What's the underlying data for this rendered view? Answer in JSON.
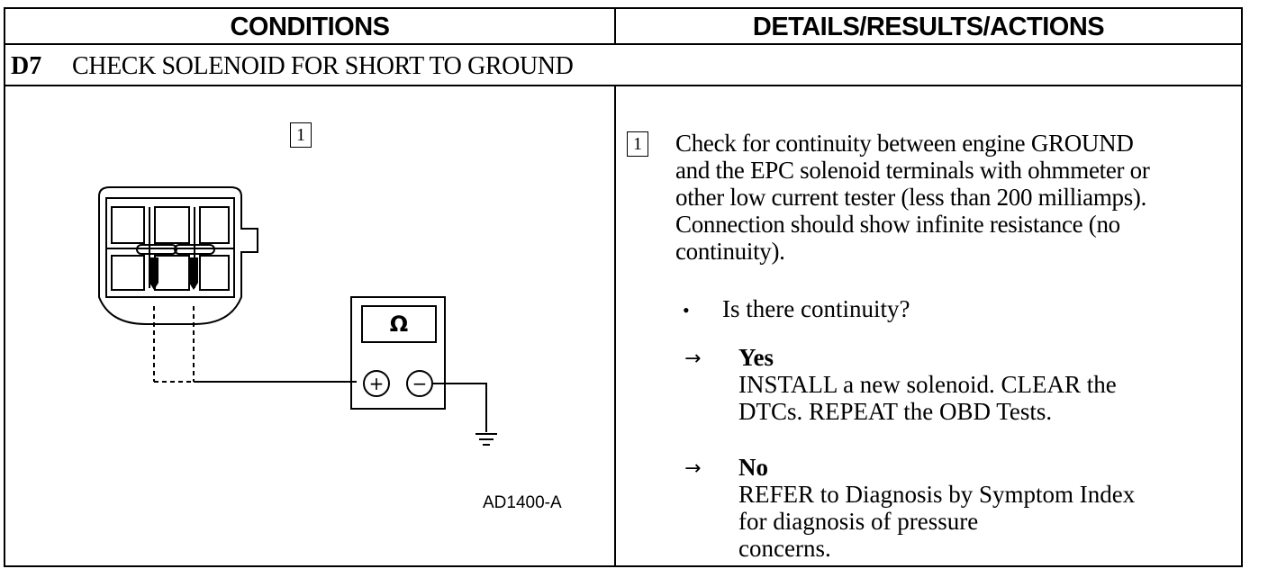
{
  "header": {
    "left": "CONDITIONS",
    "right": "DETAILS/RESULTS/ACTIONS"
  },
  "step": {
    "number": "D7",
    "title": "CHECK SOLENOID FOR SHORT TO GROUND"
  },
  "figure": {
    "callout": "1",
    "meter_symbol": "Ω",
    "plus_symbol": "+",
    "minus_symbol": "−",
    "code": "AD1400-A"
  },
  "details": {
    "callout": "1",
    "instruction_lines": [
      "Check for continuity between engine GROUND",
      "and the EPC solenoid terminals with ohmmeter or",
      "other low current tester (less than 200 milliamps).",
      "Connection should show infinite resistance (no",
      "continuity)."
    ],
    "bullet": "•",
    "question": "Is there continuity?",
    "arrow": "→",
    "yes_label": "Yes",
    "yes_lines": [
      "INSTALL a new solenoid. CLEAR the",
      "DTCs. REPEAT the OBD Tests."
    ],
    "no_label": "No",
    "no_lines": [
      "REFER to Diagnosis by Symptom Index",
      "for diagnosis of pressure",
      "concerns."
    ]
  }
}
